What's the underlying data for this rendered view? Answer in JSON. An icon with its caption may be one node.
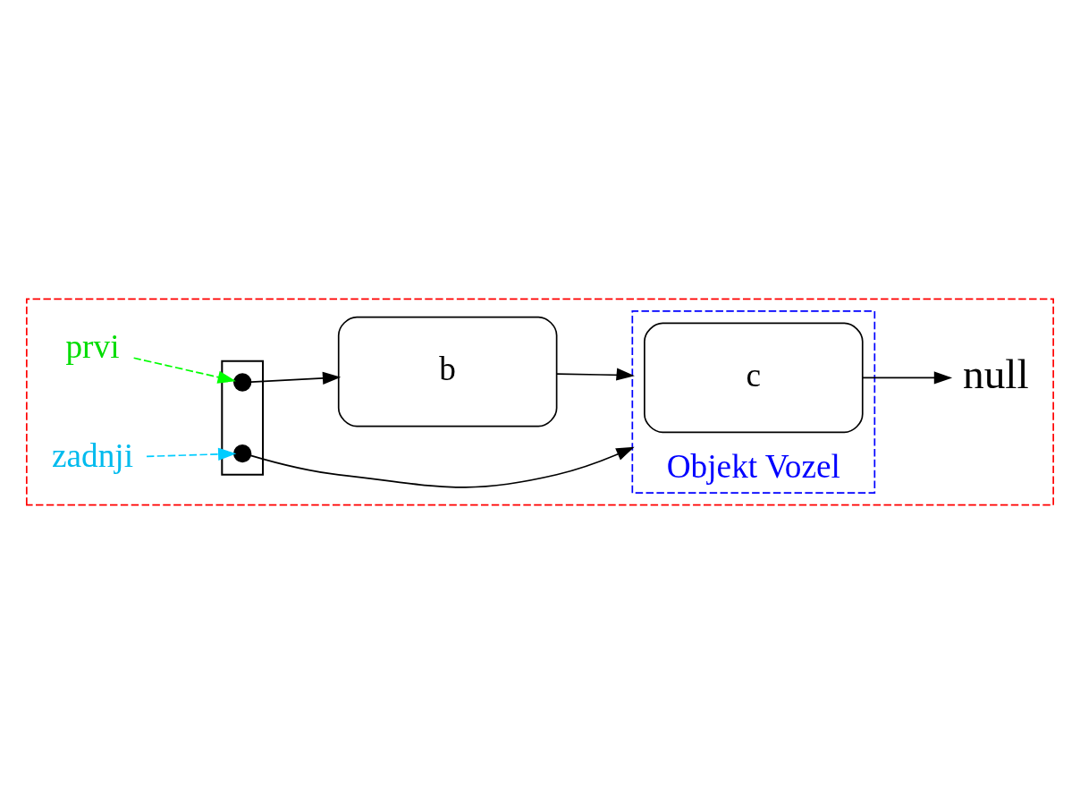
{
  "diagram": {
    "nodes": [
      {
        "text": [],
        "shape": "callout"
      },
      {
        "text": [
          "prvi"
        ],
        "in": 0
      },
      {
        "text": [
          "zadnji"
        ],
        "in": 0
      },
      {
        "text": [],
        "shape": "trapezium",
        "in": 0
      },
      {
        "text": [],
        "shape": "circle",
        "in": 3
      },
      {
        "text": [],
        "shape": "circle",
        "in": 3
      },
      {
        "text": [
          "b"
        ],
        "in": 0
      },
      {
        "text": [
          "Objekt Vozel"
        ],
        "in": 0
      },
      {
        "text": [
          "c"
        ],
        "in": 7
      },
      {
        "text": [
          "null"
        ],
        "in": 0
      }
    ],
    "edges": [
      {
        "from": 1,
        "to": 4,
        "arrow": "to",
        "style": "dashed",
        "color": "#00ff00"
      },
      {
        "from": 2,
        "to": 5,
        "arrow": "to",
        "style": "dashed",
        "color": "#00ccff"
      },
      {
        "from": 4,
        "to": 6,
        "arrow": "to"
      },
      {
        "from": 5,
        "to": 7,
        "arrow": "to"
      },
      {
        "from": 6,
        "to": 7,
        "arrow": "to"
      },
      {
        "from": 8,
        "to": 9,
        "arrow": "to"
      }
    ]
  }
}
